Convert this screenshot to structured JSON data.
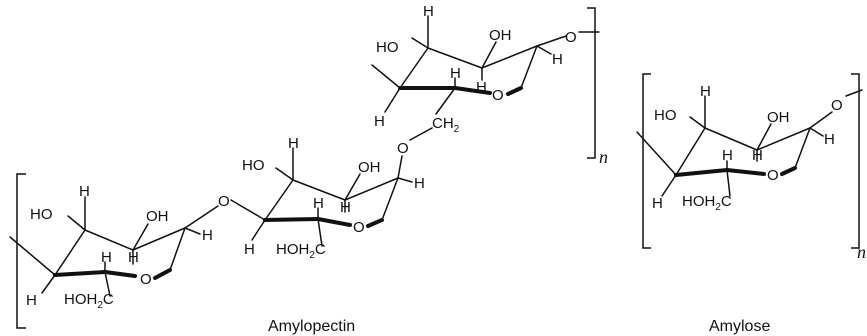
{
  "diagram": {
    "captions": {
      "amylopectin": "Amylopectin",
      "amylose": "Amylose"
    },
    "repeat_subscript": "n",
    "labels": {
      "hydroxyl": "HO",
      "hydroxyl_right": "OH",
      "hydrogen": "H",
      "oxygen": "O",
      "ch2_base": "CH",
      "ch2_sub": "2",
      "hoh2c_a": "HOH",
      "hoh2c_sub": "2",
      "hoh2c_c": "C"
    }
  }
}
